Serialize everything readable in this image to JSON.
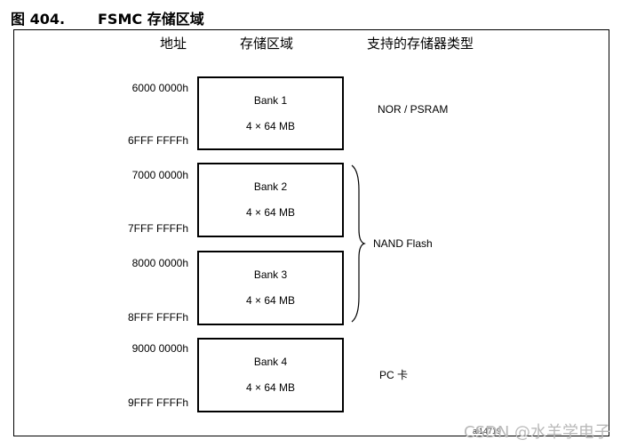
{
  "figure": {
    "number": "图 404.",
    "title": "FSMC 存储区域"
  },
  "headers": {
    "address": "地址",
    "region": "存储区域",
    "types": "支持的存储器类型"
  },
  "banks": [
    {
      "name": "Bank 1",
      "size": "4 × 64 MB",
      "start": "6000 0000h",
      "end": "6FFF FFFFh"
    },
    {
      "name": "Bank 2",
      "size": "4 × 64 MB",
      "start": "7000 0000h",
      "end": "7FFF FFFFh"
    },
    {
      "name": "Bank 3",
      "size": "4 × 64 MB",
      "start": "8000 0000h",
      "end": "8FFF FFFFh"
    },
    {
      "name": "Bank 4",
      "size": "4 × 64 MB",
      "start": "9000 0000h",
      "end": "9FFF FFFFh"
    }
  ],
  "memory_types": {
    "bank1": "NOR / PSRAM",
    "bank2_3": "NAND Flash",
    "bank4": "PC 卡"
  },
  "figure_id": "ai14719",
  "watermark": "CSDN @水羊学电子"
}
